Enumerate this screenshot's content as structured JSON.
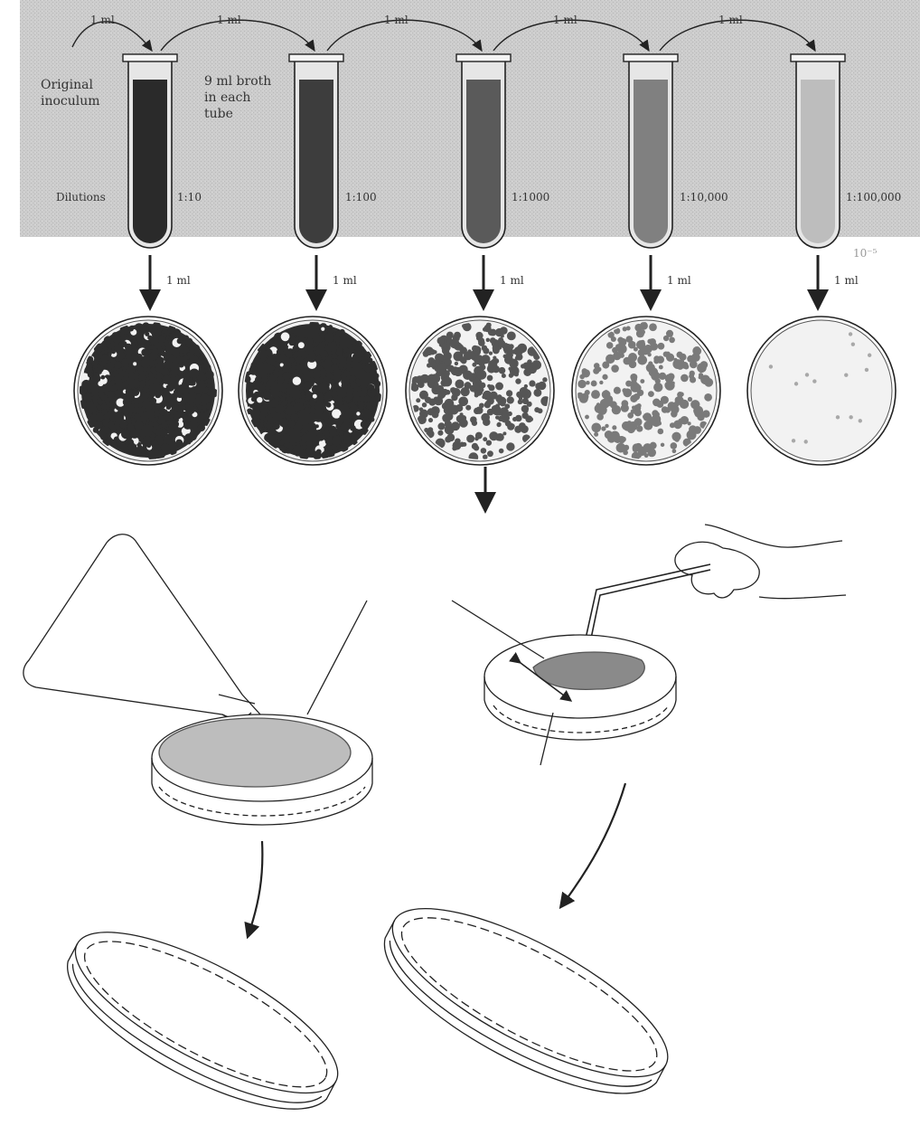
{
  "transfers": [
    "1 ml",
    "1 ml",
    "1 ml",
    "1 ml",
    "1 ml"
  ],
  "plating_transfers": [
    "1 ml",
    "1 ml",
    "1 ml",
    "1 ml",
    "1 ml"
  ],
  "labels": {
    "original": "Original",
    "inoculum": "inoculum",
    "broth_line1": "9 ml broth",
    "broth_line2": "in each",
    "broth_line3": "tube",
    "dilutions": "Dilutions",
    "margin_note": "10⁻⁵"
  },
  "dilutions": [
    "1:10",
    "1:100",
    "1:1000",
    "1:10,000",
    "1:100,000"
  ],
  "tube_shades": [
    "#2a2a2a",
    "#3d3d3d",
    "#5a5a5a",
    "#808080",
    "#bdbdbd"
  ],
  "colony_density": [
    1.0,
    0.8,
    0.55,
    0.35,
    0.04
  ],
  "colors": {
    "band": "#c9c9c9",
    "ink": "#222222"
  }
}
